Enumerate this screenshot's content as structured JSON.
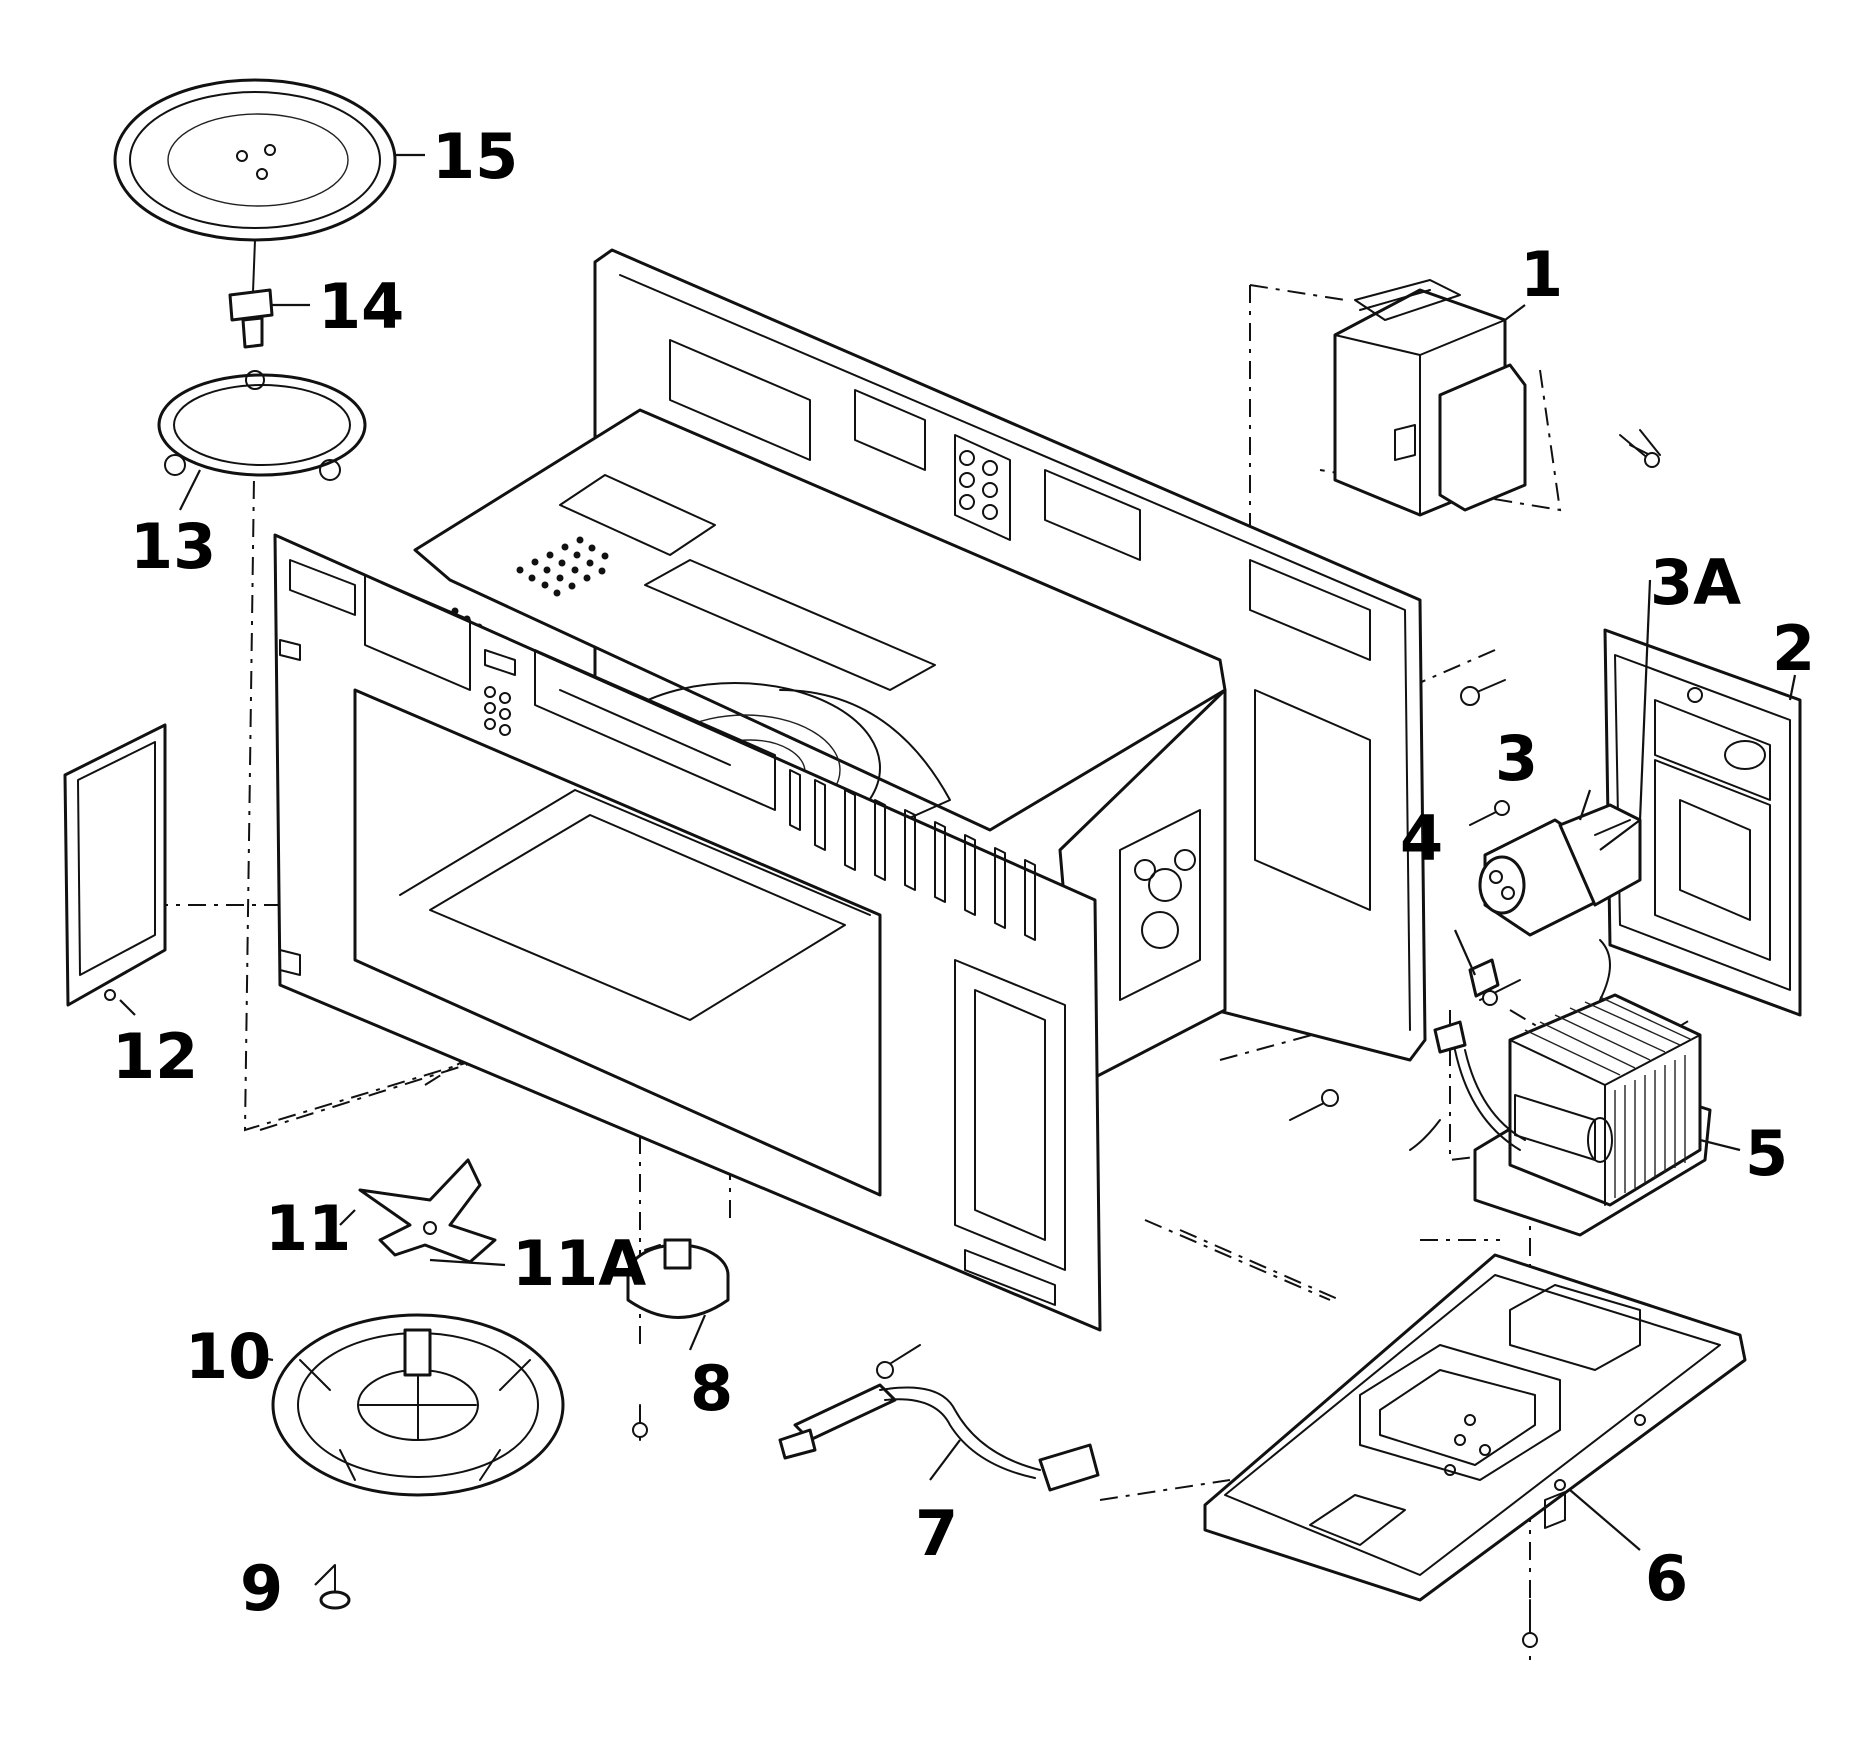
{
  "callouts": [
    {
      "id": "1",
      "label": "1"
    },
    {
      "id": "2",
      "label": "2"
    },
    {
      "id": "3",
      "label": "3"
    },
    {
      "id": "3a",
      "label": "3A"
    },
    {
      "id": "4",
      "label": "4"
    },
    {
      "id": "5",
      "label": "5"
    },
    {
      "id": "6",
      "label": "6"
    },
    {
      "id": "7",
      "label": "7"
    },
    {
      "id": "8",
      "label": "8"
    },
    {
      "id": "9",
      "label": "9"
    },
    {
      "id": "10",
      "label": "10"
    },
    {
      "id": "11",
      "label": "11"
    },
    {
      "id": "11a",
      "label": "11A"
    },
    {
      "id": "12",
      "label": "12"
    },
    {
      "id": "13",
      "label": "13"
    },
    {
      "id": "14",
      "label": "14"
    },
    {
      "id": "15",
      "label": "15"
    }
  ]
}
